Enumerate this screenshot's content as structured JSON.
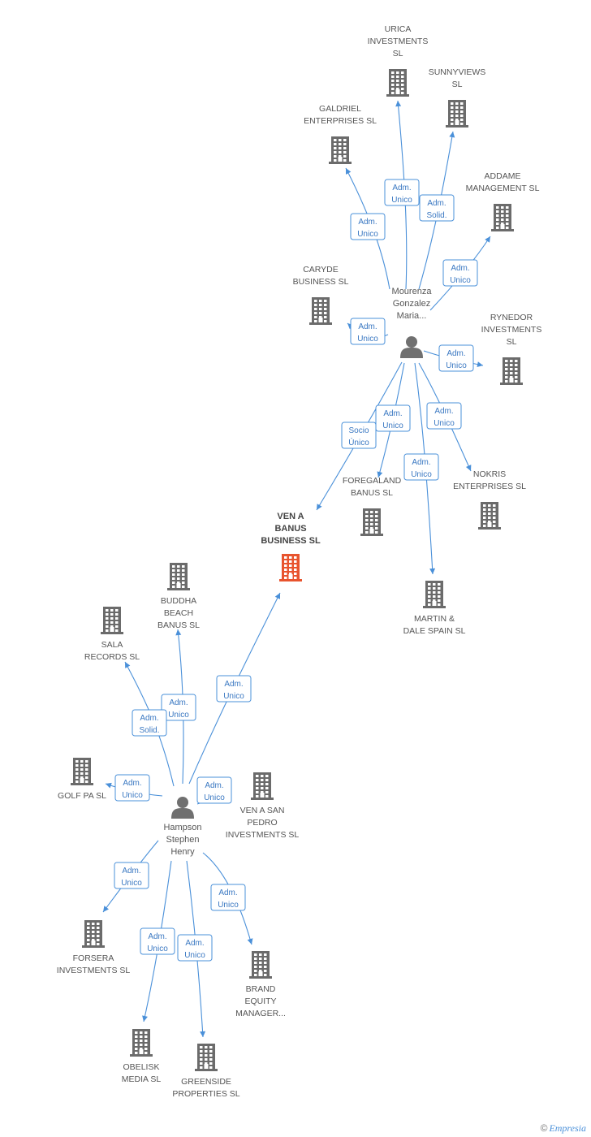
{
  "center": {
    "id": "venabanus",
    "lines": [
      "VEN A",
      "BANUS",
      "BUSINESS SL"
    ],
    "color": "#e8542e"
  },
  "persons": [
    {
      "id": "mourenza",
      "lines": [
        "Mourenza",
        "Gonzalez",
        "Maria..."
      ]
    },
    {
      "id": "hampson",
      "lines": [
        "Hampson",
        "Stephen",
        "Henry"
      ]
    }
  ],
  "companies": [
    {
      "id": "urica",
      "lines": [
        "URICA",
        "INVESTMENTS",
        "SL"
      ]
    },
    {
      "id": "sunnyviews",
      "lines": [
        "SUNNYVIEWS",
        "SL"
      ]
    },
    {
      "id": "galdriel",
      "lines": [
        "GALDRIEL",
        "ENTERPRISES SL"
      ]
    },
    {
      "id": "addame",
      "lines": [
        "ADDAME",
        "MANAGEMENT SL"
      ]
    },
    {
      "id": "caryde",
      "lines": [
        "CARYDE",
        "BUSINESS  SL"
      ]
    },
    {
      "id": "rynedor",
      "lines": [
        "RYNEDOR",
        "INVESTMENTS",
        "SL"
      ]
    },
    {
      "id": "foregaland",
      "lines": [
        "FOREGALAND",
        "BANUS SL"
      ]
    },
    {
      "id": "nokris",
      "lines": [
        "NOKRIS",
        "ENTERPRISES SL"
      ]
    },
    {
      "id": "martin",
      "lines": [
        "MARTIN &",
        "DALE SPAIN SL"
      ]
    },
    {
      "id": "buddha",
      "lines": [
        "BUDDHA",
        "BEACH",
        "BANUS SL"
      ]
    },
    {
      "id": "sala",
      "lines": [
        "SALA",
        "RECORDS  SL"
      ]
    },
    {
      "id": "golfpa",
      "lines": [
        "GOLF PA  SL"
      ]
    },
    {
      "id": "venasanpedro",
      "lines": [
        "VEN A SAN",
        "PEDRO",
        "INVESTMENTS SL"
      ]
    },
    {
      "id": "forsera",
      "lines": [
        "FORSERA",
        "INVESTMENTS SL"
      ]
    },
    {
      "id": "brand",
      "lines": [
        "BRAND",
        "EQUITY",
        "MANAGER..."
      ]
    },
    {
      "id": "obelisk",
      "lines": [
        "OBELISK",
        "MEDIA SL"
      ]
    },
    {
      "id": "greenside",
      "lines": [
        "GREENSIDE",
        "PROPERTIES SL"
      ]
    }
  ],
  "relations": [
    {
      "id": "r1",
      "lines": [
        "Adm.",
        "Unico"
      ]
    },
    {
      "id": "r2",
      "lines": [
        "Adm.",
        "Solid."
      ]
    },
    {
      "id": "r3",
      "lines": [
        "Adm.",
        "Unico"
      ]
    },
    {
      "id": "r4",
      "lines": [
        "Adm.",
        "Unico"
      ]
    },
    {
      "id": "r5",
      "lines": [
        "Adm.",
        "Unico"
      ]
    },
    {
      "id": "r6",
      "lines": [
        "Adm.",
        "Unico"
      ]
    },
    {
      "id": "r7",
      "lines": [
        "Socio",
        "Único"
      ]
    },
    {
      "id": "r8",
      "lines": [
        "Adm.",
        "Unico"
      ]
    },
    {
      "id": "r9",
      "lines": [
        "Adm.",
        "Unico"
      ]
    },
    {
      "id": "r10",
      "lines": [
        "Adm.",
        "Unico"
      ]
    },
    {
      "id": "r11",
      "lines": [
        "Adm.",
        "Unico"
      ]
    },
    {
      "id": "r12",
      "lines": [
        "Adm.",
        "Unico"
      ]
    },
    {
      "id": "r13",
      "lines": [
        "Adm.",
        "Solid."
      ]
    },
    {
      "id": "r14",
      "lines": [
        "Adm.",
        "Unico"
      ]
    },
    {
      "id": "r15",
      "lines": [
        "Adm.",
        "Unico"
      ]
    },
    {
      "id": "r16",
      "lines": [
        "Adm.",
        "Unico"
      ]
    },
    {
      "id": "r17",
      "lines": [
        "Adm.",
        "Unico"
      ]
    },
    {
      "id": "r18",
      "lines": [
        "Adm.",
        "Unico"
      ]
    },
    {
      "id": "r19",
      "lines": [
        "Adm.",
        "Unico"
      ]
    }
  ],
  "colors": {
    "edge": "#4a90d9",
    "building": "#6b6b6b",
    "person": "#707070",
    "center": "#e8542e"
  },
  "footer": {
    "symbol": "©",
    "brand": "Empresia"
  }
}
